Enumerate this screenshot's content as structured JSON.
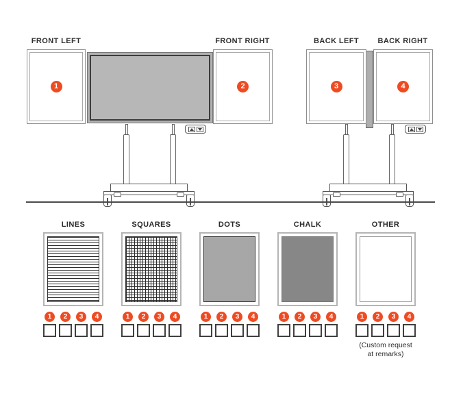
{
  "accent_color": "#EE4B22",
  "front_view": {
    "left_label": "FRONT LEFT",
    "right_label": "FRONT RIGHT",
    "left_panel_number": "1",
    "right_panel_number": "2"
  },
  "back_view": {
    "left_label": "BACK LEFT",
    "right_label": "BACK RIGHT",
    "left_panel_number": "3",
    "right_panel_number": "4"
  },
  "panel_numbers": [
    "1",
    "2",
    "3",
    "4"
  ],
  "patterns": [
    {
      "label": "LINES",
      "pattern": "lines"
    },
    {
      "label": "SQUARES",
      "pattern": "squares"
    },
    {
      "label": "DOTS",
      "pattern": "dots"
    },
    {
      "label": "CHALK",
      "pattern": "chalk"
    },
    {
      "label": "OTHER",
      "pattern": "other",
      "note_line1": "(Custom request",
      "note_line2": "at remarks)"
    }
  ]
}
